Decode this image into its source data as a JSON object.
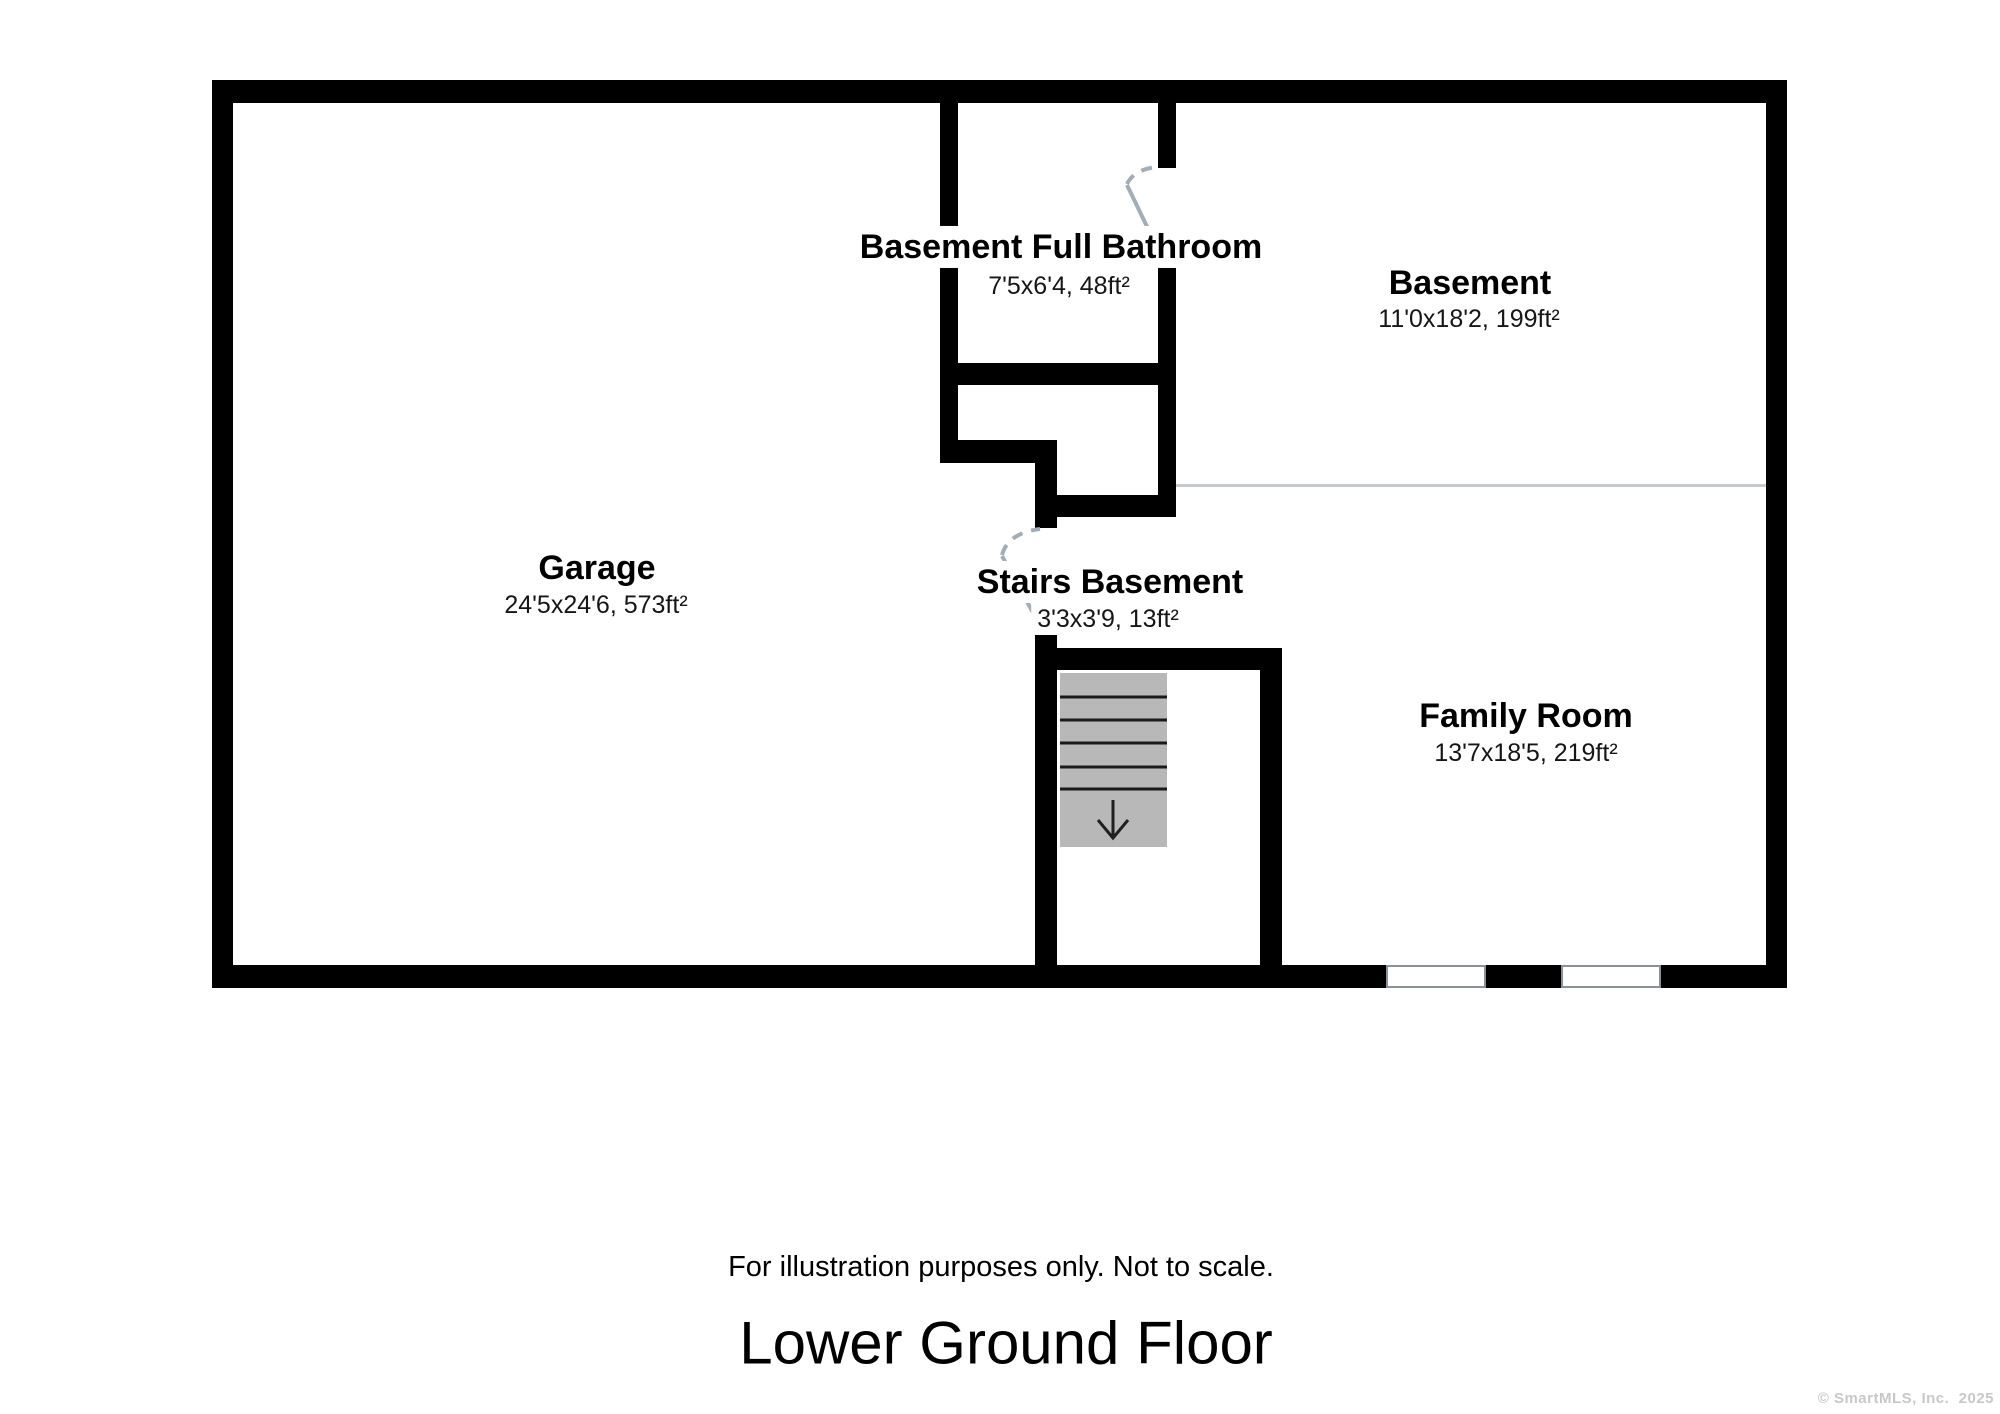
{
  "floor_plan": {
    "rooms": [
      {
        "name": "Garage",
        "dimensions": "24'5x24'6, 573ft²"
      },
      {
        "name": "Basement Full Bathroom",
        "dimensions": "7'5x6'4, 48ft²"
      },
      {
        "name": "Basement",
        "dimensions": "11'0x18'2, 199ft²"
      },
      {
        "name": "Stairs Basement",
        "dimensions": "3'3x3'9, 13ft²"
      },
      {
        "name": "Family Room",
        "dimensions": "13'7x18'5, 219ft²"
      }
    ],
    "disclaimer": "For illustration purposes only. Not to scale.",
    "floor_title": "Lower Ground Floor",
    "watermark": "© SmartMLS, Inc.  2025",
    "colors": {
      "wall": "#000000",
      "stairs_fill": "#b8b8b8",
      "stairs_border": "#1a1a1a",
      "door": "#a4adb5",
      "divider": "#c6cbce",
      "window_frame": "#8a9296",
      "watermark": "#c8c8c8"
    }
  }
}
